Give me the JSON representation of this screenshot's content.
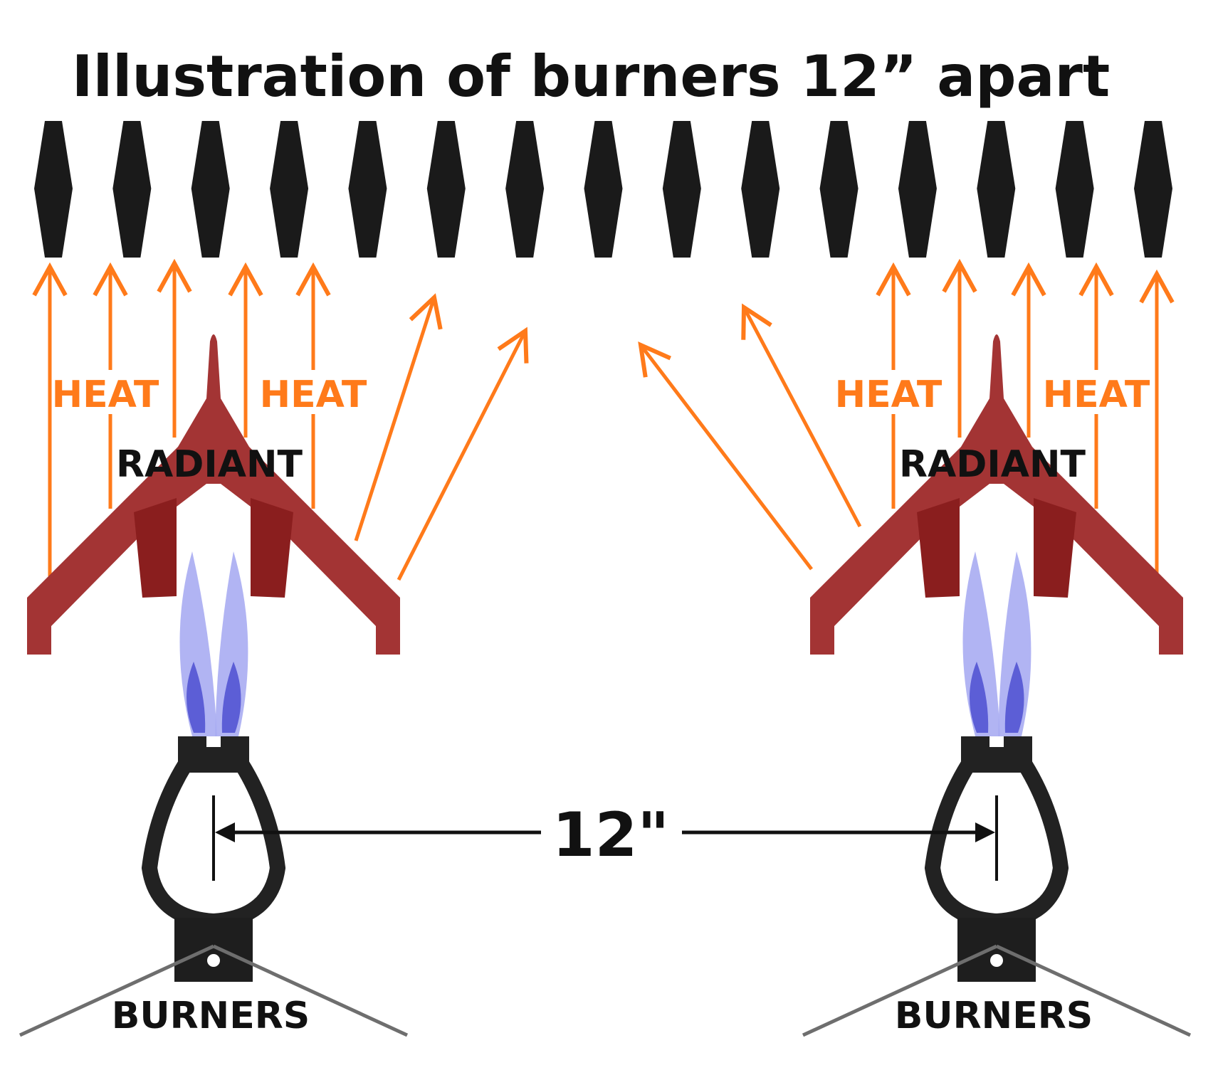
{
  "title": "Illustration of burners 12” apart",
  "labels": {
    "heat": "HEAT",
    "radiant": "RADIANT",
    "burners": "BURNERS",
    "spacing": "12\""
  },
  "colors": {
    "heat_arrow": "#ff7a1a",
    "radiant": "#a33434",
    "flame_outer": "#a9acf2",
    "flame_inner": "#5c5ed6",
    "burner": "#222222",
    "fin": "#1a1a1a",
    "wire": "#6e6e6e"
  },
  "burner_spacing_inches": 12,
  "fin_count": 15,
  "burner_units": [
    {
      "id": "left",
      "heat_labels": 2
    },
    {
      "id": "right",
      "heat_labels": 2
    }
  ]
}
